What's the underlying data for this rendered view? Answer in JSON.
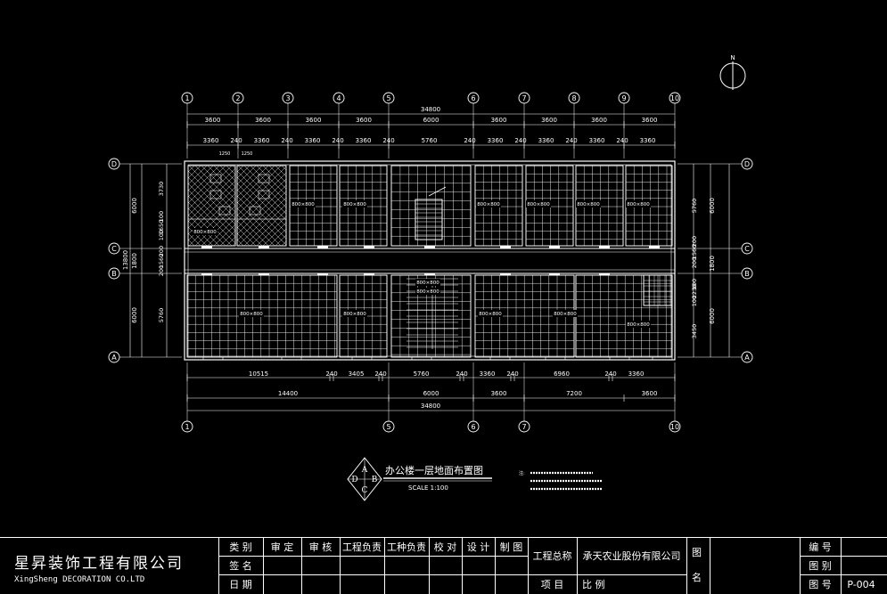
{
  "north_label": "N",
  "grid_axes_top": [
    "1",
    "2",
    "3",
    "4",
    "5",
    "6",
    "7",
    "8",
    "9",
    "10"
  ],
  "grid_axes_bottom": [
    "1",
    "5",
    "6",
    "7",
    "10"
  ],
  "grid_rows": [
    "D",
    "C",
    "B",
    "A"
  ],
  "dims_top_total": "34800",
  "dims_top_row1": [
    "3600",
    "3600",
    "3600",
    "3600",
    "6000",
    "3600",
    "3600",
    "3600",
    "3600"
  ],
  "dims_top_row2": [
    "3360",
    "240",
    "3360",
    "240",
    "3360",
    "240",
    "3360",
    "240",
    "5760",
    "240",
    "3360",
    "240",
    "3360",
    "240",
    "3360",
    "240",
    "3360"
  ],
  "dims_bottom_row1": [
    "10515",
    "240",
    "3405",
    "240",
    "5760",
    "240",
    "3360",
    "240",
    "6960",
    "240",
    "3360"
  ],
  "dims_bottom_row2": [
    "14400",
    "6000",
    "3600",
    "7200",
    "3600"
  ],
  "dims_bottom_total": "34800",
  "dims_left_outer": [
    "6000",
    "13800",
    "1800",
    "6000"
  ],
  "dims_left_inner": [
    "3730",
    "100",
    "1650",
    "100",
    "200",
    "1560",
    "200",
    "5760"
  ],
  "dims_right_inner": [
    "5760",
    "200",
    "1560",
    "200",
    "100",
    "2230",
    "100",
    "3450"
  ],
  "dims_right_outer": [
    "6000",
    "1800",
    "6000"
  ],
  "tile_labels": [
    "800×800",
    "800×800",
    "800×800",
    "800×800",
    "800×800",
    "800×800",
    "800×800",
    "800×800",
    "800×800",
    "800×800",
    "800×800",
    "800×800",
    "800×800",
    "800×800"
  ],
  "small_dims": [
    "1250",
    "1250"
  ],
  "drawing_title": "办公楼一层地面布置图",
  "drawing_scale": "SCALE  1:100",
  "logo_letters": [
    "A",
    "B",
    "C",
    "D"
  ],
  "notes": [
    "注:",
    "",
    "",
    ""
  ],
  "title_block": {
    "company_cn": "星昇装饰工程有限公司",
    "company_en": "XingSheng  DECORATION CO.LTD",
    "row_labels": [
      "类 别",
      "签 名",
      "日 期"
    ],
    "roles": [
      "审 定",
      "审 核",
      "工程负责",
      "工种负责",
      "校 对",
      "设 计",
      "制 图"
    ],
    "project_total": "工程总称",
    "client": "承天农业股份有限公司",
    "project": "项 目",
    "ratio": "比 例",
    "drawing_name": "图 名",
    "number_label": "编 号",
    "sheet_label": "图 别",
    "drawing_no_label": "图 号",
    "drawing_no": "P-004"
  }
}
